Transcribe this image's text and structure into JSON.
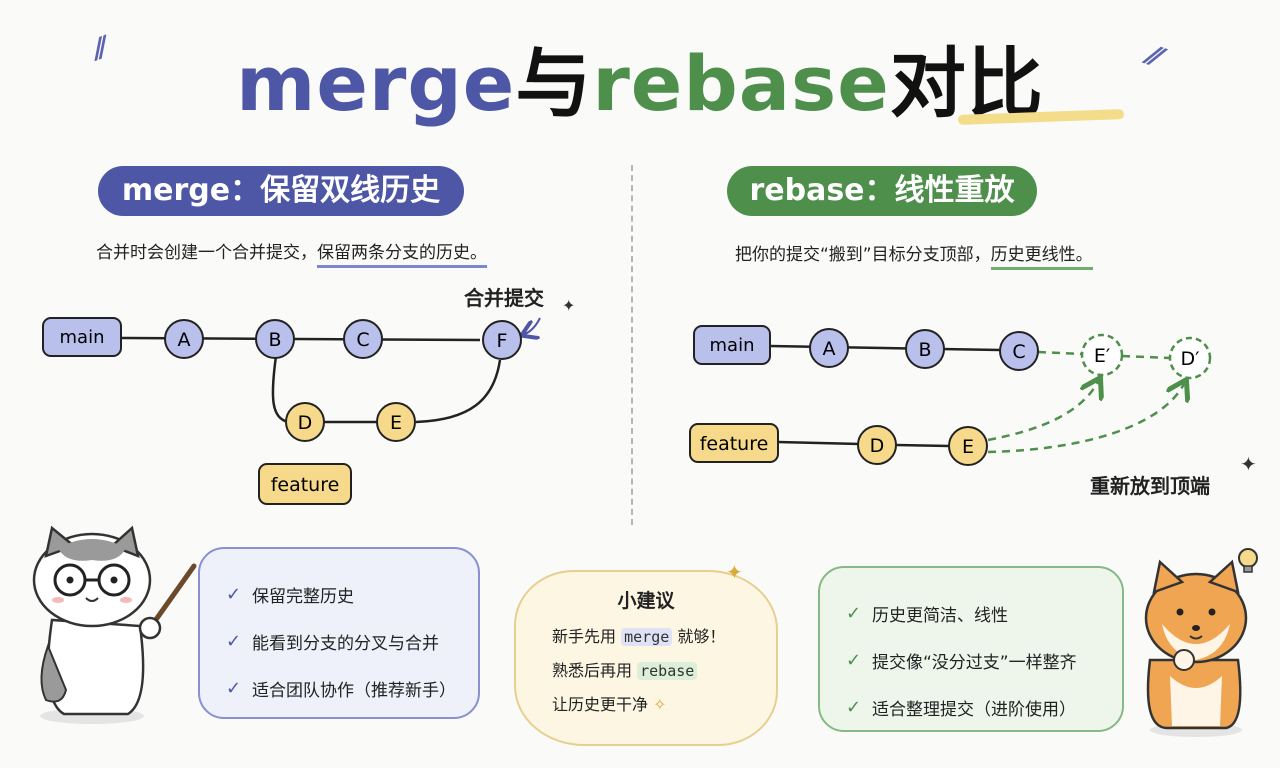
{
  "title": {
    "merge": "merge",
    "mid": "与",
    "rebase": "rebase",
    "end": "对比"
  },
  "merge_section": {
    "badge": "merge：保留双线历史",
    "desc_prefix": "合并时会创建一个合并提交，",
    "desc_highlight": "保留两条分支的历史。",
    "annotation": "合并提交"
  },
  "rebase_section": {
    "badge": "rebase：线性重放",
    "desc_prefix": "把你的提交“搬到”目标分支顶部，",
    "desc_highlight": "历史更线性。",
    "annotation": "重新放到顶端"
  },
  "merge_diagram": {
    "labels": {
      "main": "main",
      "feature": "feature"
    },
    "nodes": [
      "A",
      "B",
      "C",
      "F",
      "D",
      "E"
    ]
  },
  "rebase_diagram": {
    "labels": {
      "main": "main",
      "feature": "feature"
    },
    "nodes": [
      "A",
      "B",
      "C",
      "E′",
      "D′",
      "D",
      "E"
    ]
  },
  "merge_bubble": {
    "items": [
      "保留完整历史",
      "能看到分支的分叉与合并",
      "适合团队协作（推荐新手）"
    ]
  },
  "rebase_bubble": {
    "items": [
      "历史更简洁、线性",
      "提交像“没分过支”一样整齐",
      "适合整理提交（进阶使用）"
    ]
  },
  "tip": {
    "title": "小建议",
    "line1_pre": "新手先用",
    "line1_code": "merge",
    "line1_post": "就够！",
    "line2_pre": "熟悉后再用",
    "line2_code": "rebase",
    "line3": "让历史更干净"
  },
  "colors": {
    "merge_accent": "#4e56a6",
    "rebase_accent": "#4f8f4c",
    "main_node": "#b9c0ec",
    "feature_node": "#f6d98a"
  }
}
